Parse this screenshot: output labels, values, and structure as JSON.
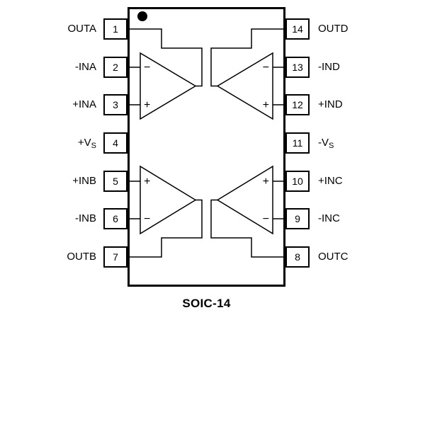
{
  "diagram": {
    "caption": "SOIC-14"
  },
  "colors": {
    "line": "#000000",
    "background": "#ffffff"
  },
  "pins_left": [
    {
      "num": "1",
      "label": "OUTA",
      "sub": ""
    },
    {
      "num": "2",
      "label": "-INA",
      "sub": ""
    },
    {
      "num": "3",
      "label": "+INA",
      "sub": ""
    },
    {
      "num": "4",
      "label": "+V",
      "sub": "S"
    },
    {
      "num": "5",
      "label": "+INB",
      "sub": ""
    },
    {
      "num": "6",
      "label": "-INB",
      "sub": ""
    },
    {
      "num": "7",
      "label": "OUTB",
      "sub": ""
    }
  ],
  "pins_right": [
    {
      "num": "14",
      "label": "OUTD",
      "sub": ""
    },
    {
      "num": "13",
      "label": "-IND",
      "sub": ""
    },
    {
      "num": "12",
      "label": "+IND",
      "sub": ""
    },
    {
      "num": "11",
      "label": "-V",
      "sub": "S"
    },
    {
      "num": "10",
      "label": "+INC",
      "sub": ""
    },
    {
      "num": "9",
      "label": "-INC",
      "sub": ""
    },
    {
      "num": "8",
      "label": "OUTC",
      "sub": ""
    }
  ],
  "opamps": [
    {
      "id": "A",
      "top_sign": "−",
      "bottom_sign": "+"
    },
    {
      "id": "D",
      "top_sign": "−",
      "bottom_sign": "+"
    },
    {
      "id": "B",
      "top_sign": "+",
      "bottom_sign": "−"
    },
    {
      "id": "C",
      "top_sign": "+",
      "bottom_sign": "−"
    }
  ]
}
